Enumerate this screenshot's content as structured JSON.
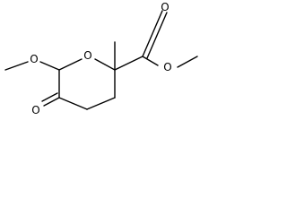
{
  "molecule": {
    "atoms": {
      "ring_oxygen": "O",
      "methoxy_oxygen": "O",
      "ketone_oxygen": "O",
      "carbonyl_oxygen": "O",
      "ester_oxygen": "O"
    }
  }
}
